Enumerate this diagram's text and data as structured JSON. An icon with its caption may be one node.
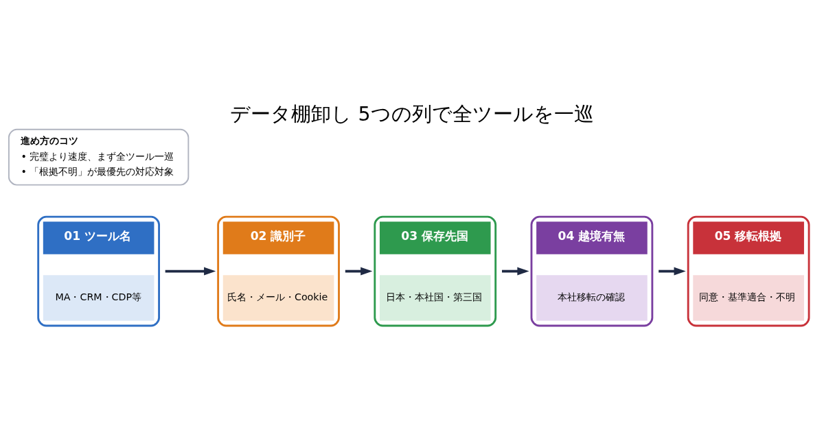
{
  "diagram": {
    "title": "データ棚卸し 5つの列で全ツールを一巡",
    "nodes": [
      {
        "text": [
          "01 ツール名",
          "MA・CRM・CDP等"
        ]
      },
      {
        "text": [
          "02 識別子",
          "氏名・メール・Cookie"
        ]
      },
      {
        "text": [
          "03 保存先国",
          "日本・本社国・第三国"
        ]
      },
      {
        "text": [
          "04 越境有無",
          "本社移転の確認"
        ]
      },
      {
        "text": [
          "05 移転根拠",
          "同意・基準適合・不明"
        ]
      },
      {
        "text": [
          "進め方のコツ",
          "• 完璧より速度、まず全ツール一巡",
          "• 「根拠不明」が最優先の対応対象"
        ]
      }
    ],
    "edges": [
      {
        "from": 0,
        "to": 1,
        "arrow": "to"
      },
      {
        "from": 1,
        "to": 2,
        "arrow": "to"
      },
      {
        "from": 2,
        "to": 3,
        "arrow": "to"
      },
      {
        "from": 3,
        "to": 4,
        "arrow": "to"
      }
    ]
  }
}
